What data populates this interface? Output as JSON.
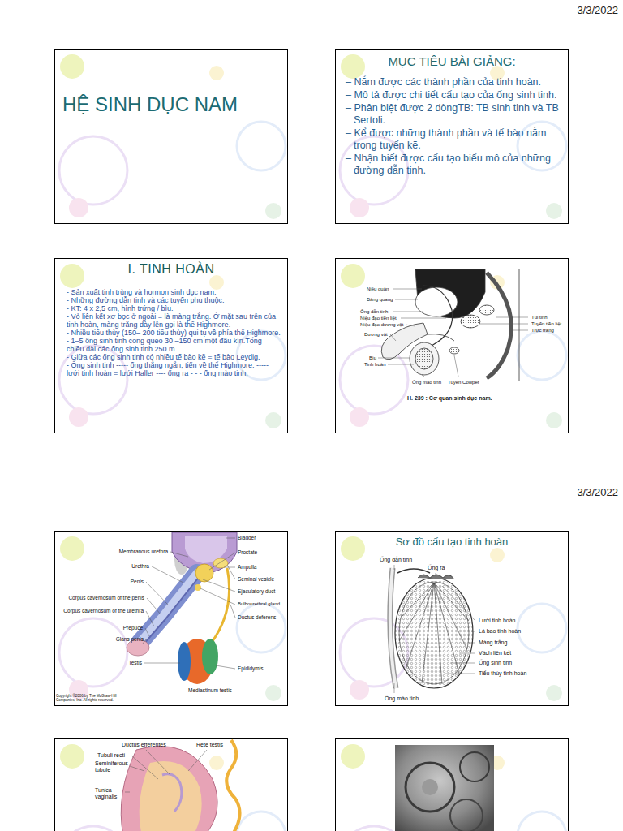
{
  "diagram": {
    "nodes": [
      {
        "text": [
          "HỆ SINH DỤC NAM"
        ]
      },
      {
        "text": [
          "MỤC TIÊU BÀI GIẢNG:",
          "– Nắm được các thành phần của tinh hoàn.",
          "– Mô tả được chi tiết cấu tạo của ống sinh tinh.",
          "– Phân biệt được 2 dòngTB: TB sinh tinh và TB Sertoli.",
          "– Kể được những thành phần và tế bào nằm trong tuyến kẽ.",
          "– Nhận biết được cấu tạo biểu mô của những đường dẫn tinh."
        ]
      },
      {
        "text": [
          "I. TINH HOÀN",
          "- Sản xuất tinh trùng và hormon sinh dục nam.",
          "- Những đường dẫn tinh và các tuyến phụ thuộc.",
          "- KT: 4 x 2,5 cm, hình trứng / bìu.",
          "- Vỏ liên kết xơ bọc ở ngoài = là màng trắng. Ở mặt sau trên của tinh hoàn, màng trắng dày lên gọi là thể Highmore.",
          "- Nhiều tiểu thùy (150– 200 tiểu thùy) qui tụ về phía thể Highmore.",
          "- 1–5 ống sinh tinh cong queo 30 –150 cm một đầu kín.Tổng chiều dài các ống sinh tinh 250 m.",
          "- Giữa các ống sinh tinh có nhiều tế bào kẽ = tế bào Leydig.",
          "- Ống sinh tinh ----- ống thẳng ngắn, tiến về thể Highmore. ----- lưới tinh hoàn = lưới Haller ---- ống ra - - - ống mào tinh."
        ]
      },
      {
        "text": [
          "H. 239 : Cơ quan sinh dục nam."
        ]
      },
      {
        "text": [
          "Sơ đồ cấu tạo tinh hoàn"
        ]
      }
    ],
    "labels": [
      "3/3/2022",
      "Niệu quản",
      "Bàng quang",
      "Ống dẫn tinh",
      "Niệu đạo tiền liệt",
      "Niệu đạo dương vật",
      "Dương vật",
      "Bìu",
      "Tinh hoàn",
      "Túi tinh",
      "Tuyến tiền liệt",
      "Trực tràng",
      "Ống mào tinh",
      "Tuyến Cowper",
      "3/3/2022",
      "Membranous urethra",
      "Urethra",
      "Penis",
      "Corpus cavernosum of the penis",
      "Corpus cavernosum of the urethra",
      "Prepuce",
      "Glans penis",
      "Testis",
      "Bladder",
      "Prostate",
      "Ampulla",
      "Seminal vesicle",
      "Ejaculatory duct",
      "Bulbourethral gland",
      "Ductus deferens",
      "Epididymis",
      "Mediastinum testis",
      "Copyright ©2006 by The McGraw-Hill Companies, Inc. All rights reserved.",
      "Ống dẫn tinh",
      "Ống ra",
      "Lưới tinh hoàn",
      "Lá bao tinh hoàn",
      "Màng trắng",
      "Vách liên kết",
      "Ống sinh tinh",
      "Tiểu thùy tinh hoàn",
      "Ống mào tinh",
      "Ductus efferentes",
      "Rete testis",
      "Tubuli recti",
      "Seminiferous tubule",
      "Tunica vaginalis"
    ]
  }
}
